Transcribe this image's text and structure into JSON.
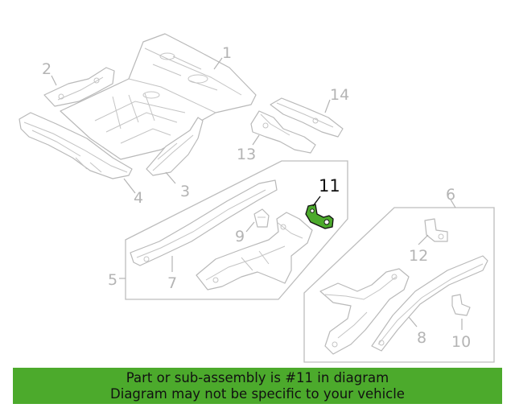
{
  "diagram": {
    "callouts": [
      "1",
      "2",
      "3",
      "4",
      "5",
      "6",
      "7",
      "8",
      "9",
      "10",
      "11",
      "12",
      "13",
      "14"
    ],
    "highlighted_callout": "11"
  },
  "banner": {
    "line1": "Part or sub-assembly is #11 in diagram",
    "line2": "Diagram may not be specific to your vehicle",
    "background_color": "#4caa2c"
  },
  "colors": {
    "line_art": "#b9b9b9",
    "highlight_part": "#4caa2c",
    "highlight_text": "#111111"
  }
}
